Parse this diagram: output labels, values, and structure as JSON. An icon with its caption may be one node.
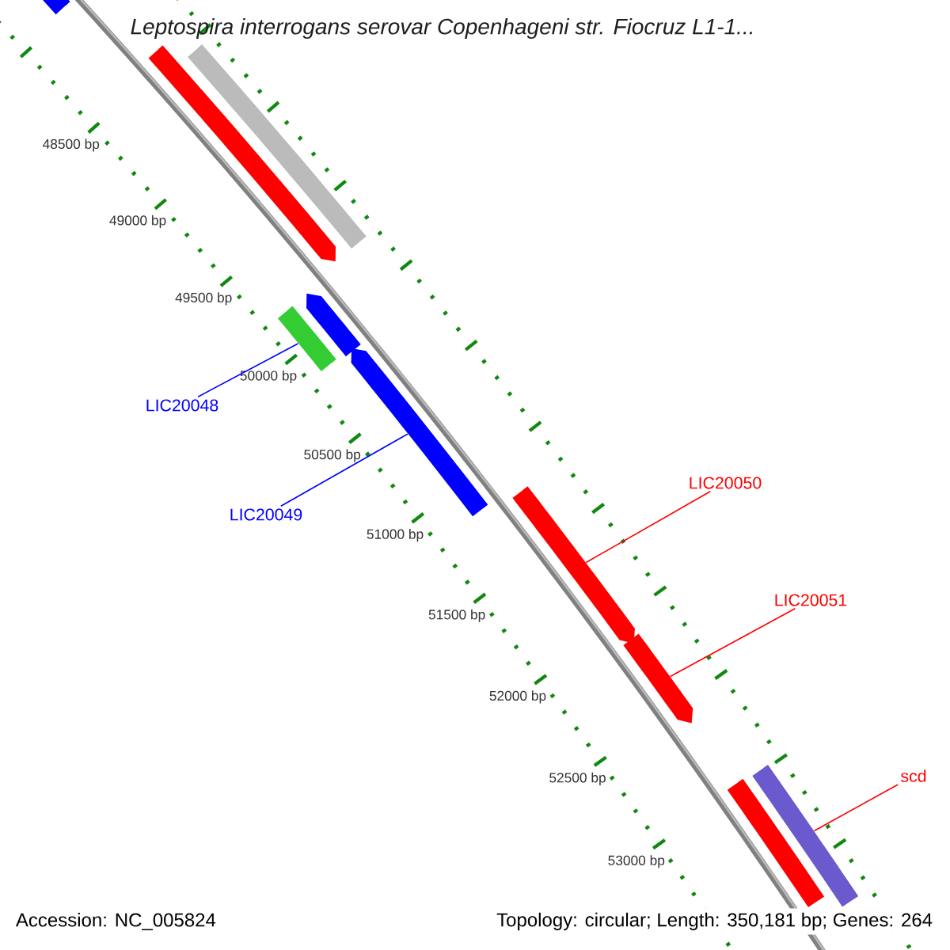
{
  "diagram": {
    "title": "Leptospira interrogans serovar Copenhageni str. Fiocruz L1-1...",
    "nodes": [
      {
        "text": [
          "LIC20048"
        ]
      },
      {
        "text": [
          "LIC20049"
        ]
      },
      {
        "text": [
          "LIC20050"
        ]
      },
      {
        "text": [
          "LIC20051"
        ]
      },
      {
        "text": [
          "scd"
        ]
      },
      {
        "text": [],
        "shape": "bar"
      },
      {
        "text": [],
        "shape": "bar"
      },
      {
        "text": [],
        "shape": "bar"
      },
      {
        "text": [],
        "shape": "bar"
      },
      {
        "text": [],
        "shape": "bar"
      }
    ],
    "edges": [
      {
        "from": 0,
        "to": 5,
        "arrow": "none",
        "color": "#0000ff"
      },
      {
        "from": 1,
        "to": 6,
        "arrow": "none",
        "color": "#0000ff"
      },
      {
        "from": 2,
        "to": 7,
        "arrow": "none"
      },
      {
        "from": 3,
        "to": 8,
        "arrow": "none"
      },
      {
        "from": 4,
        "to": 9,
        "arrow": "none"
      }
    ],
    "labels": [
      "48500 bp",
      "49000 bp",
      "49500 bp",
      "50000 bp",
      "50500 bp",
      "51000 bp",
      "51500 bp",
      "52000 bp",
      "52500 bp",
      "53000 bp",
      "Accession: NC_005824",
      "Topology: circular; Length: 350,181 bp; Genes: 264"
    ]
  }
}
